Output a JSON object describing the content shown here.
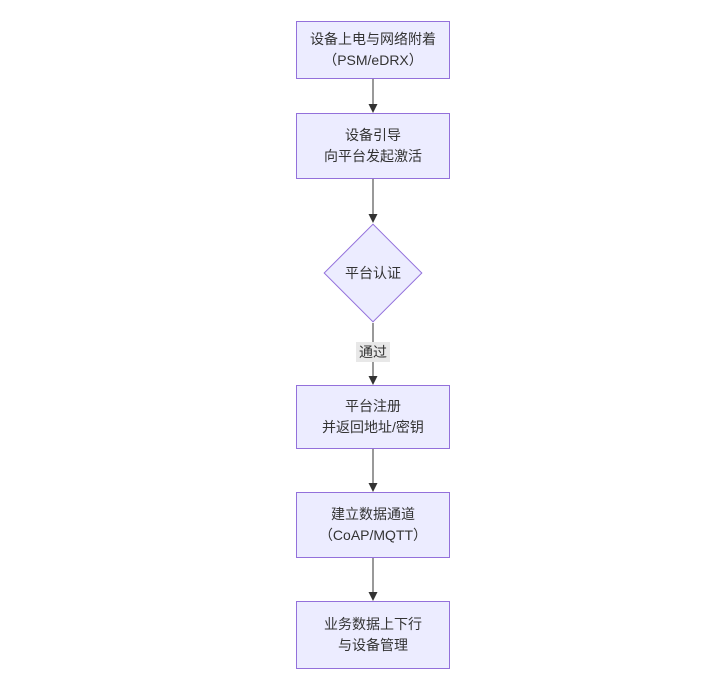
{
  "diagram": {
    "type": "flowchart",
    "direction": "top-down",
    "colors": {
      "node_fill": "#ECECFF",
      "node_border": "#9370DB",
      "arrow_color": "#333333",
      "text_color": "#333333",
      "label_bg": "#e8e8e8",
      "page_bg": "#ffffff"
    },
    "nodes": [
      {
        "id": "power-attach",
        "type": "rect",
        "lines": [
          "设备上电与网络附着",
          "（PSM/eDRX）"
        ]
      },
      {
        "id": "device-bootstrap",
        "type": "rect",
        "lines": [
          "设备引导",
          "向平台发起激活"
        ]
      },
      {
        "id": "platform-auth",
        "type": "diamond",
        "lines": [
          "平台认证"
        ]
      },
      {
        "id": "platform-register",
        "type": "rect",
        "lines": [
          "平台注册",
          "并返回地址/密钥"
        ]
      },
      {
        "id": "data-channel",
        "type": "rect",
        "lines": [
          "建立数据通道",
          "（CoAP/MQTT）"
        ]
      },
      {
        "id": "business-data",
        "type": "rect",
        "lines": [
          "业务数据上下行",
          "与设备管理"
        ]
      }
    ],
    "edges": [
      {
        "from": "power-attach",
        "to": "device-bootstrap",
        "label": ""
      },
      {
        "from": "device-bootstrap",
        "to": "platform-auth",
        "label": ""
      },
      {
        "from": "platform-auth",
        "to": "platform-register",
        "label": "通过"
      },
      {
        "from": "platform-register",
        "to": "data-channel",
        "label": ""
      },
      {
        "from": "data-channel",
        "to": "business-data",
        "label": ""
      }
    ]
  }
}
